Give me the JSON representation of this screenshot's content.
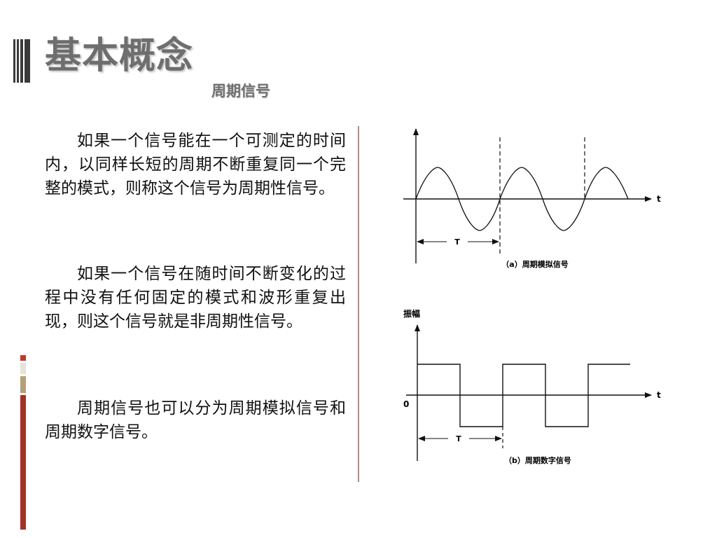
{
  "slide": {
    "title": "基本概念",
    "subtitle": "周期信号"
  },
  "body": {
    "paragraphs": [
      "如果一个信号能在一个可测定的时间内，以同样长短的周期不断重复同一个完整的模式，则称这个信号为周期性信号。",
      "如果一个信号在随时间不断变化的过程中没有任何固定的模式和波形重复出现，则这个信号就是非周期性信号。",
      "周期信号也可以分为周期模拟信号和周期数字信号。"
    ]
  },
  "figures": {
    "analog": {
      "axis_label": "t",
      "period_label": "T",
      "caption": "（a）周期模拟信号"
    },
    "digital": {
      "y_label": "振幅",
      "origin_label": "0",
      "axis_label": "t",
      "period_label": "T",
      "caption": "（b）周期数字信号"
    }
  }
}
